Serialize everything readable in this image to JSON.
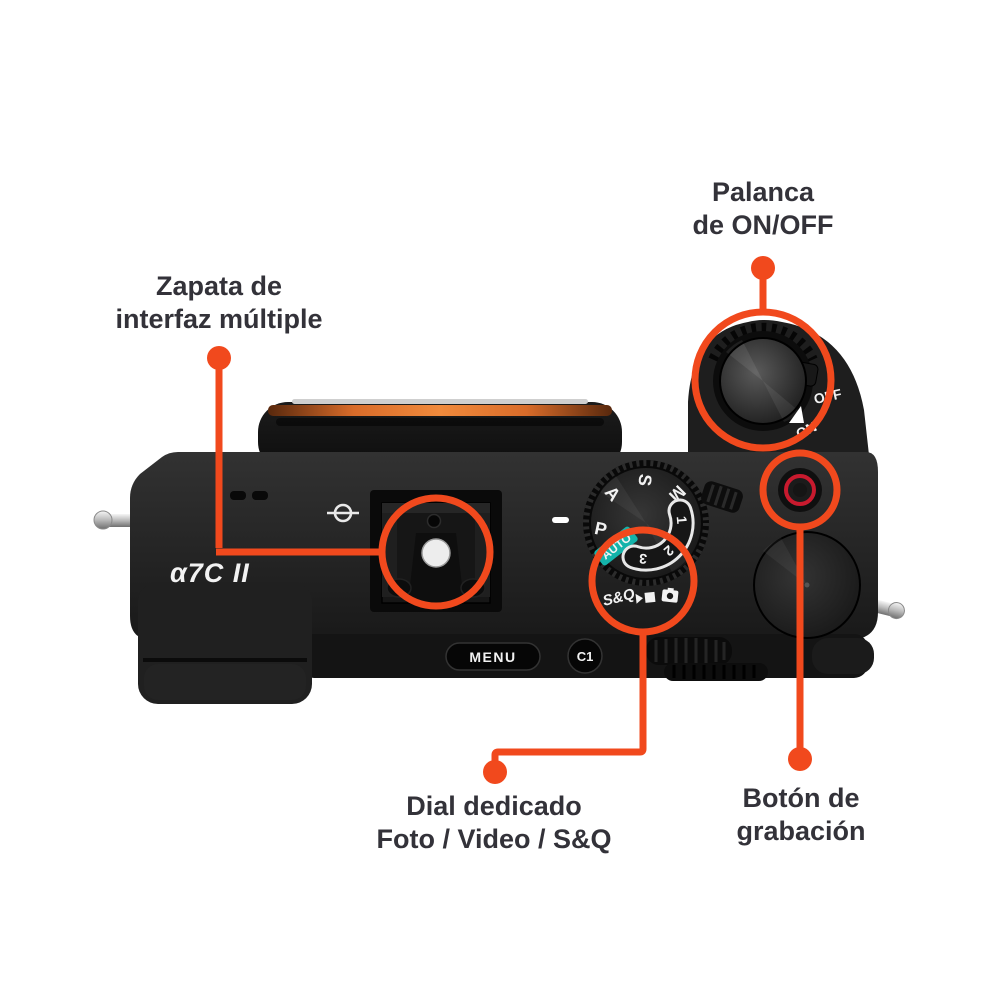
{
  "labels": {
    "hot_shoe": {
      "line1": "Zapata de",
      "line2": "interfaz múltiple"
    },
    "power": {
      "line1": "Palanca",
      "line2": "de ON/OFF"
    },
    "mode_dial": {
      "line1": "Dial dedicado",
      "line2": "Foto / Video / S&Q"
    },
    "record": {
      "line1": "Botón de",
      "line2": "grabación"
    }
  },
  "camera": {
    "logo": "α7C II",
    "menu_button": "MENU",
    "c1_button": "C1",
    "power_dial": {
      "off": "OFF",
      "on": "ON"
    },
    "mode_dial": {
      "letter_p": "P",
      "letter_a": "A",
      "letter_s": "S",
      "letter_m": "M",
      "auto": "AUTO",
      "numbers": [
        "1",
        "2",
        "3"
      ],
      "sq": "S&Q"
    }
  },
  "colors": {
    "accent_orange": "#F1491D",
    "label_text": "#333239",
    "auto_badge_teal": "#14B3AA",
    "record_ring_red": "#C81A2E"
  }
}
